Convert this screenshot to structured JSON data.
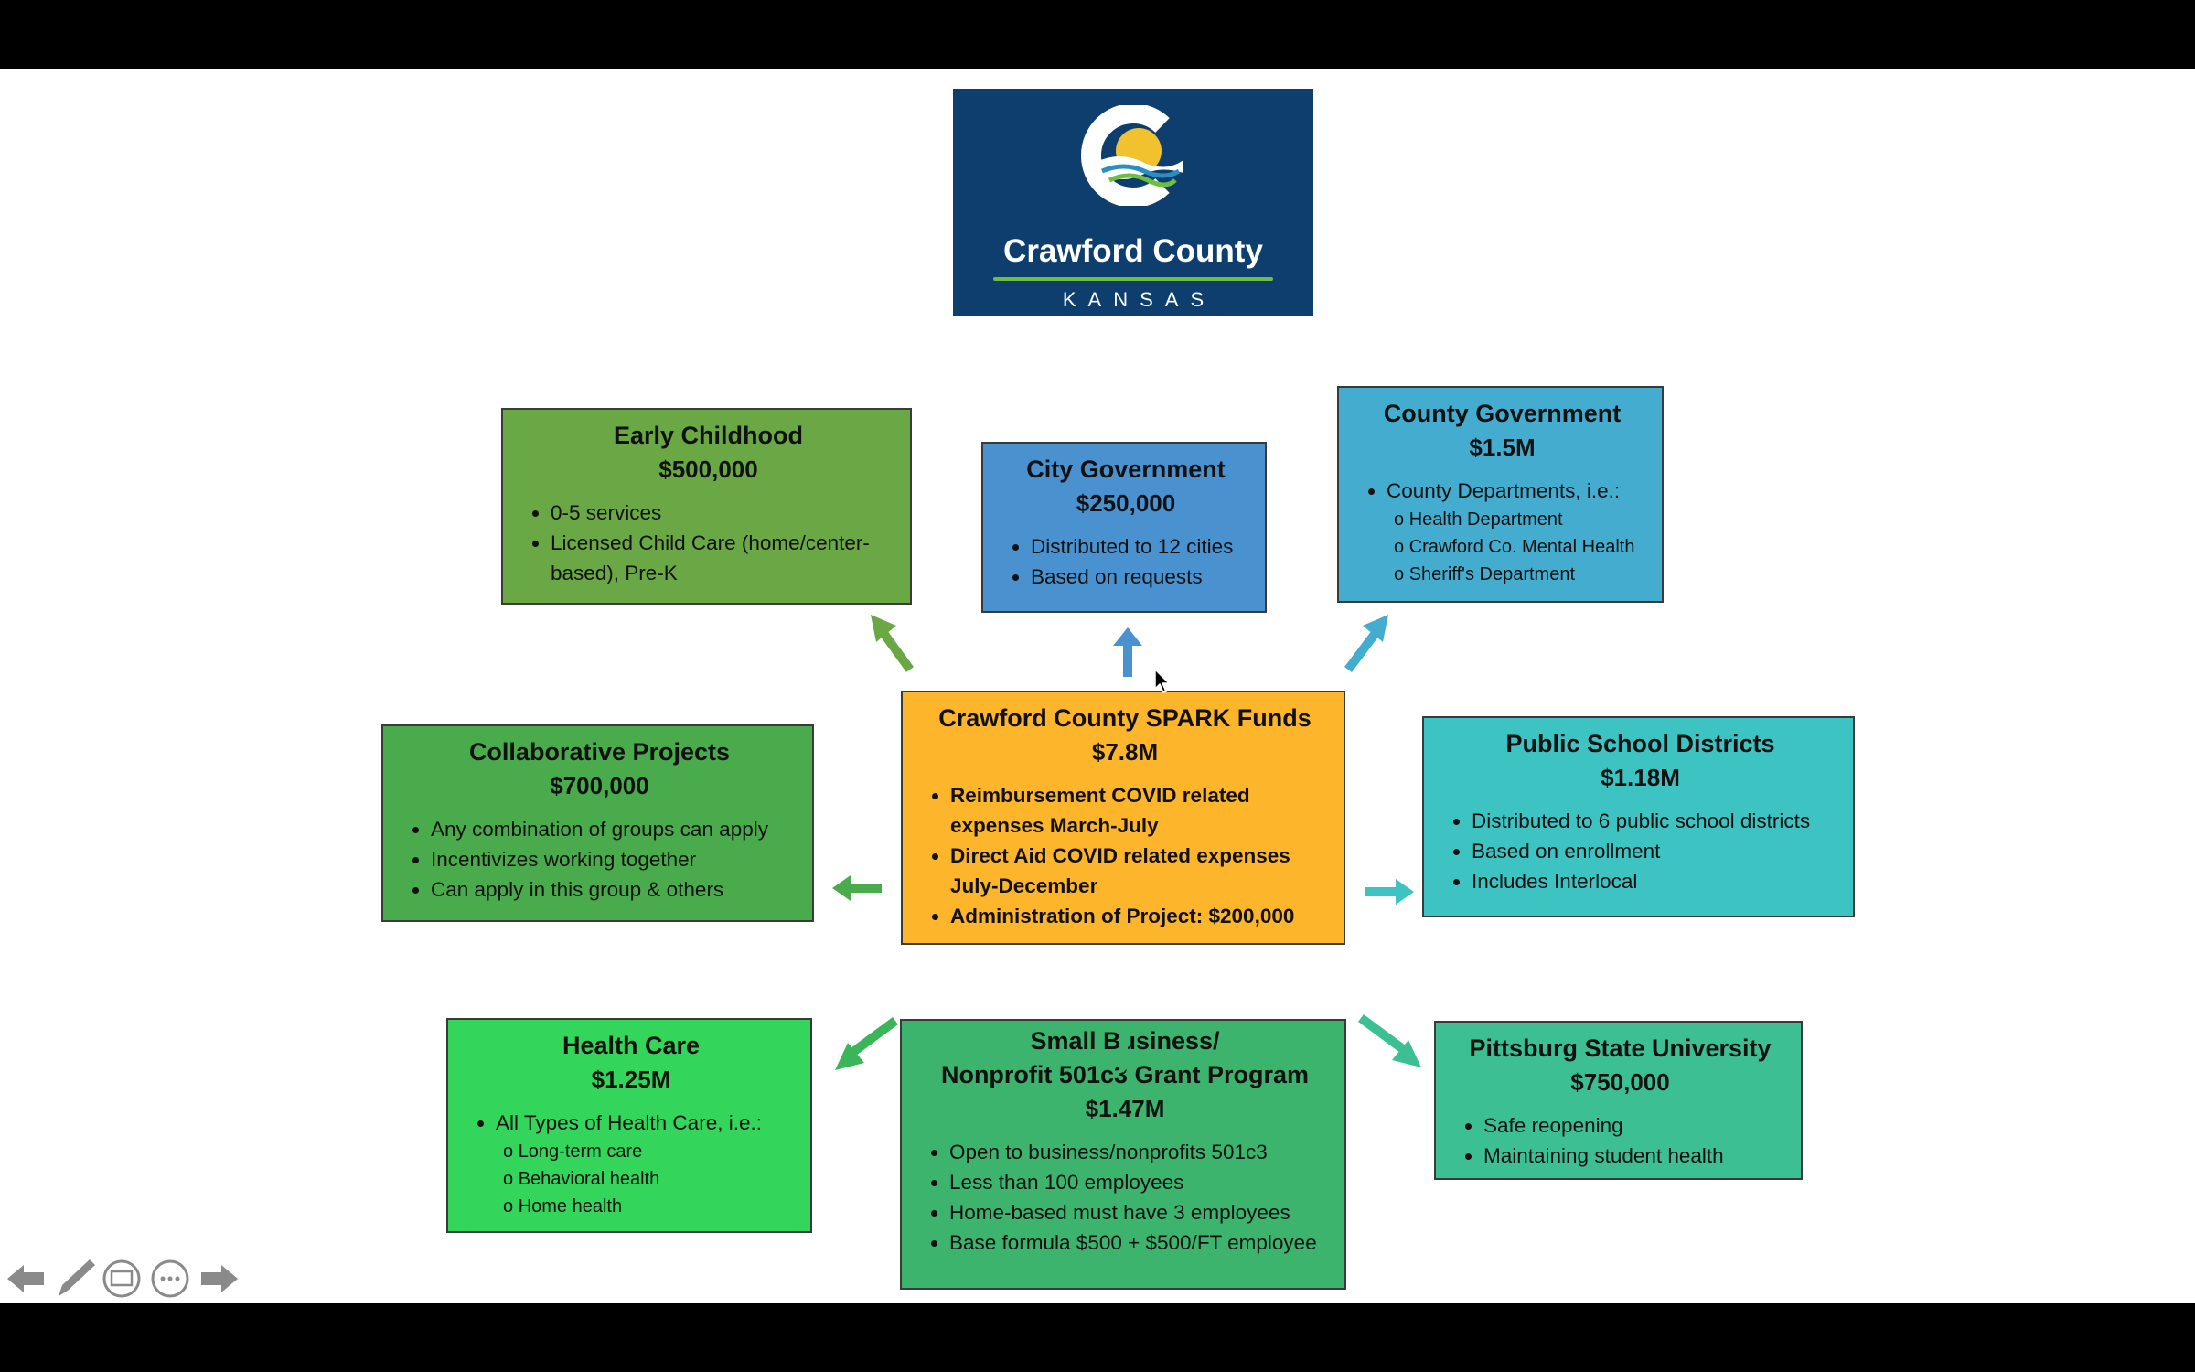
{
  "logo": {
    "title": "Crawford County",
    "subtitle": "KANSAS"
  },
  "center": {
    "title": "Crawford County SPARK Funds",
    "amount": "$7.8M",
    "bullets": [
      "Reimbursement COVID related expenses March-July",
      "Direct Aid COVID related expenses July-December",
      "Administration of Project: $200,000"
    ]
  },
  "early_childhood": {
    "title": "Early Childhood",
    "amount": "$500,000",
    "bullets": [
      "0-5 services",
      "Licensed Child Care (home/center-based), Pre-K"
    ]
  },
  "city_government": {
    "title": "City Government",
    "amount": "$250,000",
    "bullets": [
      "Distributed to 12 cities",
      "Based on requests"
    ]
  },
  "county_government": {
    "title": "County Government",
    "amount": "$1.5M",
    "bullet": "County Departments, i.e.:",
    "subitems": [
      "Health Department",
      "Crawford Co. Mental Health",
      "Sheriff's Department"
    ]
  },
  "collaborative": {
    "title": "Collaborative Projects",
    "amount": "$700,000",
    "bullets": [
      "Any combination of groups can apply",
      "Incentivizes working together",
      "Can apply in this group & others"
    ]
  },
  "public_schools": {
    "title": "Public School Districts",
    "amount": "$1.18M",
    "bullets": [
      "Distributed to 6 public school districts",
      "Based on enrollment",
      "Includes Interlocal"
    ]
  },
  "health_care": {
    "title": "Health Care",
    "amount": "$1.25M",
    "bullet": "All Types of Health Care, i.e.:",
    "subitems": [
      "Long-term care",
      "Behavioral health",
      "Home health"
    ]
  },
  "small_business": {
    "title_line1": "Small Business/",
    "title_line2": "Nonprofit 501c3 Grant Program",
    "amount": "$1.47M",
    "bullets": [
      "Open to business/nonprofits 501c3",
      "Less than 100 employees",
      "Home-based must have 3 employees",
      "Base formula $500 + $500/FT employee"
    ]
  },
  "pittsburg_state": {
    "title": "Pittsburg State University",
    "amount": "$750,000",
    "bullets": [
      "Safe reopening",
      "Maintaining student health"
    ]
  },
  "colors": {
    "center": "#fdb52b",
    "early_childhood": "#6aa745",
    "city_government": "#4a91cf",
    "county_government": "#44adcf",
    "collaborative": "#4aab4c",
    "public_schools": "#3dc3c1",
    "health_care": "#33d65a",
    "small_business": "#3db46e",
    "pittsburg_state": "#3dbf94"
  },
  "toolbar_icons": [
    "arrow-left-icon",
    "pen-icon",
    "slide-icon",
    "more-icon",
    "arrow-right-icon"
  ]
}
